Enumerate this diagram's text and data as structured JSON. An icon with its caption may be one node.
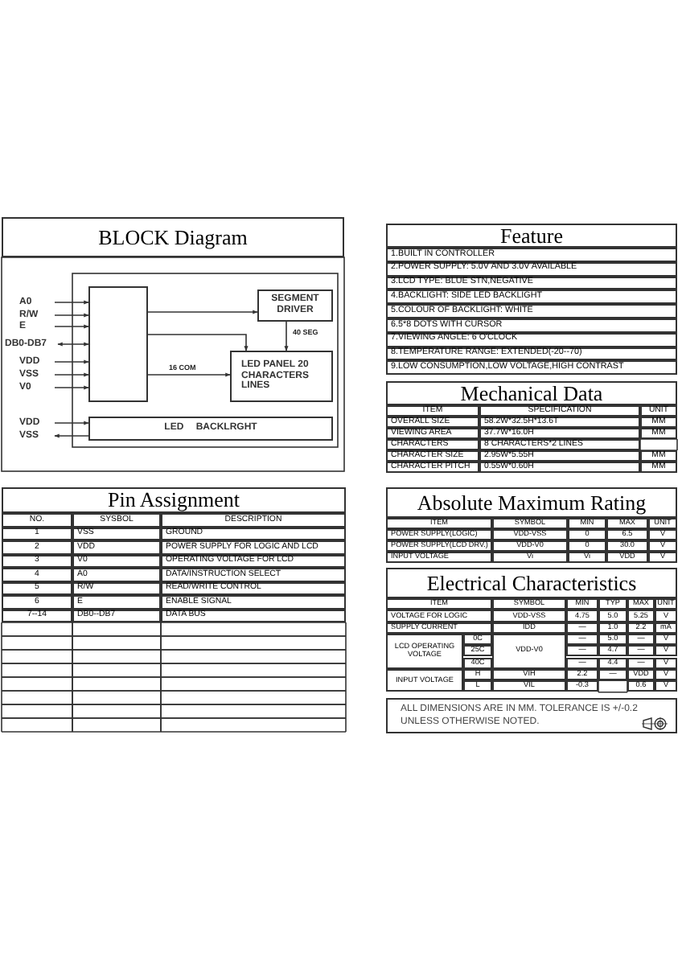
{
  "diagram": {
    "nodes": [
      {
        "text": [
          "A0"
        ]
      },
      {
        "text": [
          "R/W"
        ]
      },
      {
        "text": [
          "E"
        ]
      },
      {
        "text": [
          "DB0-DB7"
        ]
      },
      {
        "text": [
          "VDD"
        ]
      },
      {
        "text": [
          "VSS"
        ]
      },
      {
        "text": [
          "V0"
        ]
      },
      {
        "text": [],
        "shape": "box"
      },
      {
        "text": [
          "SEGMENT DRIVER"
        ]
      },
      {
        "text": [
          "LED PANEL 20 CHARACTERS LINES"
        ]
      },
      {
        "text": [
          "VDD"
        ]
      },
      {
        "text": [
          "VSS"
        ]
      },
      {
        "text": [
          "LED BACKLRGHT"
        ]
      }
    ],
    "edges": [
      {
        "from": 0,
        "to": 7,
        "arrow": "to"
      },
      {
        "from": 1,
        "to": 7,
        "arrow": "to"
      },
      {
        "from": 2,
        "to": 7,
        "arrow": "to"
      },
      {
        "from": 3,
        "to": 7,
        "arrow": "both"
      },
      {
        "from": 4,
        "to": 7,
        "arrow": "to"
      },
      {
        "from": 5,
        "to": 7,
        "arrow": "to"
      },
      {
        "from": 6,
        "to": 7,
        "arrow": "to"
      },
      {
        "from": 7,
        "to": 8,
        "arrow": "to"
      },
      {
        "from": 7,
        "to": 9,
        "arrow": "to"
      },
      {
        "from": 7,
        "to": 9,
        "arrow": "to",
        "label": "16 COM"
      },
      {
        "from": 8,
        "to": 9,
        "arrow": "to",
        "label": "40 SEG"
      },
      {
        "from": 10,
        "to": 12,
        "arrow": "to"
      },
      {
        "from": 12,
        "to": 11,
        "arrow": "to"
      }
    ],
    "labels": [
      "BLOCK Diagram",
      "Feature",
      "1.BUILT IN CONTROLLER",
      "2.POWER SUPPLY: 5.0V AND 3.0V AVAILABLE",
      "3.LCD TYPE: BLUE STN,NEGATIVE",
      "4.BACKLIGHT: SIDE LED BACKLIGHT",
      "5.COLOUR OF BACKLIGHT: WHITE",
      "6.5*8 DOTS WITH CURSOR",
      "7.VIEWING ANGLE: 6 O'CLOCK",
      "8.TEMPERATURE RANGE: EXTENDED(-20--70)",
      "9.LOW CONSUMPTION,LOW VOLTAGE,HIGH CONTRAST",
      "Mechanical Data",
      "ITEM",
      "SPECIFICATION",
      "UNIT",
      "OVERALL SIZE",
      "58.2W*32.5H*13.6T",
      "MM",
      "VIEWING AREA",
      "37.7W*16.0H",
      "MM",
      "CHARACTERS",
      "8 CHARACTERS*2 LINES",
      "CHARACTER SIZE",
      "2.95W*5.55H",
      "MM",
      "CHARACTER PITCH",
      "0.55W*0.60H",
      "MM",
      "Pin Assignment",
      "NO.",
      "SYSBOL",
      "DESCRIPTION",
      "1",
      "VSS",
      "GROUND",
      "2",
      "VDD",
      "POWER SUPPLY FOR LOGIC AND LCD",
      "3",
      "V0",
      "OPERATING VOLTAGE FOR LCD",
      "4",
      "A0",
      "DATA/INSTRUCTION SELECT",
      "5",
      "R/W",
      "READ/WRITE CONTROL",
      "6",
      "E",
      "ENABLE SIGNAL",
      "7--14",
      "DB0--DB7",
      "DATA BUS",
      "Absolute Maximum Rating",
      "ITEM",
      "SYMBOL",
      "MIN",
      "MAX",
      "UNIT",
      "POWER SUPPLY(LOGIC)",
      "VDD-VSS",
      "0",
      "6.5",
      "V",
      "POWER SUPPLY(LCD DRV.)",
      "VDD-V0",
      "0",
      "30.0",
      "V",
      "INPUT VOLTAGE",
      "Vi",
      "Vi",
      "VDD",
      "V",
      "Electrical Characteristics",
      "ITEM",
      "SYMBOL",
      "MIN",
      "TYP",
      "MAX",
      "UNIT",
      "VOLTAGE FOR LOGIC",
      "VDD-VSS",
      "4.75",
      "5.0",
      "5.25",
      "V",
      "SUPPLY CURRENT",
      "IDD",
      "—",
      "1.0",
      "2.2",
      "mA",
      "LCD OPERATING VOLTAGE",
      "0C",
      "VDD-V0",
      "—",
      "5.0",
      "—",
      "V",
      "25C",
      "—",
      "4.7",
      "—",
      "V",
      "40C",
      "—",
      "4.4",
      "—",
      "V",
      "INPUT VOLTAGE",
      "H",
      "VIH",
      "2.2",
      "—",
      "VDD",
      "V",
      "L",
      "VIL",
      "-0.3",
      "0.6",
      "V",
      "ALL DIMENSIONS ARE IN MM. TOLERANCE IS +/-0.2 UNLESS OTHERWISE NOTED."
    ]
  }
}
